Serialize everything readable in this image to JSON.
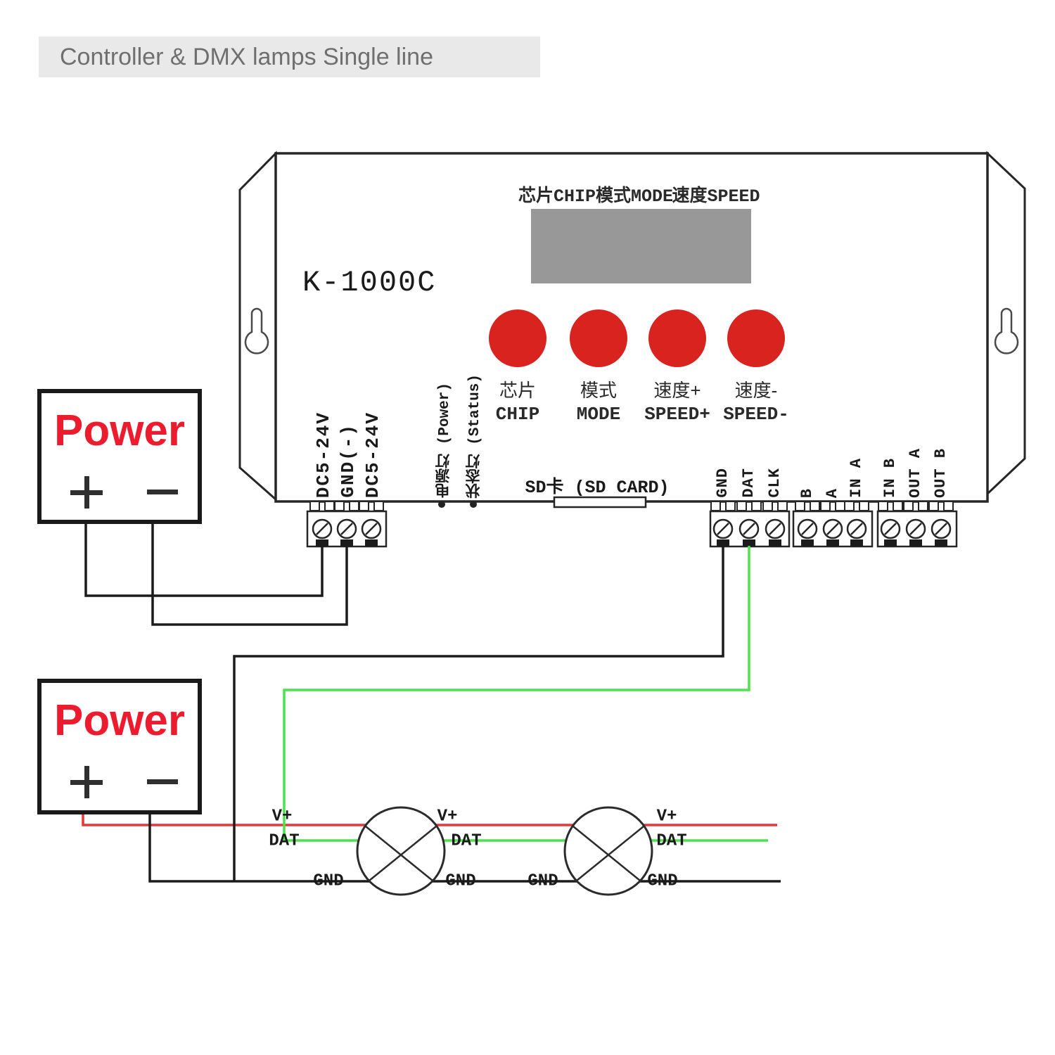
{
  "title": "Controller & DMX lamps Single line",
  "controller": {
    "model": "K-1000C",
    "panel_header": {
      "chip": "芯片CHIP",
      "mode": "模式MODE",
      "speed": "速度SPEED"
    },
    "buttons": [
      {
        "cn": "芯片",
        "en": "CHIP"
      },
      {
        "cn": "模式",
        "en": "MODE"
      },
      {
        "cn": "速度+",
        "en": "SPEED+"
      },
      {
        "cn": "速度-",
        "en": "SPEED-"
      }
    ],
    "power_terminal_labels": [
      "DC5-24V",
      "GND(-)",
      "DC5-24V"
    ],
    "led_labels": [
      "电源灯 (Power)",
      "状态灯 (Status)"
    ],
    "sd_card_label": "SD卡 (SD CARD)",
    "data_terminal_labels": [
      "GND",
      "DAT",
      "CLK"
    ],
    "dmx_terminal_labels_a": [
      "B",
      "A",
      "IN A"
    ],
    "dmx_terminal_labels_b": [
      "IN B",
      "OUT A",
      "OUT B"
    ]
  },
  "power_supply": {
    "label": "Power",
    "plus": "+",
    "minus": "−"
  },
  "wire_labels": {
    "v_plus": "V+",
    "data": "DAT",
    "ground": "GND"
  },
  "colors": {
    "button_red": "#d9231f",
    "power_text_red": "#ed1b2e",
    "wire_red": "#e23936",
    "wire_green": "#4ae34a",
    "wire_black": "#1b1b1b",
    "display_gray": "#989898",
    "title_bg": "#e9e9e9",
    "title_text": "#6f6f6f",
    "outline": "#262626"
  }
}
